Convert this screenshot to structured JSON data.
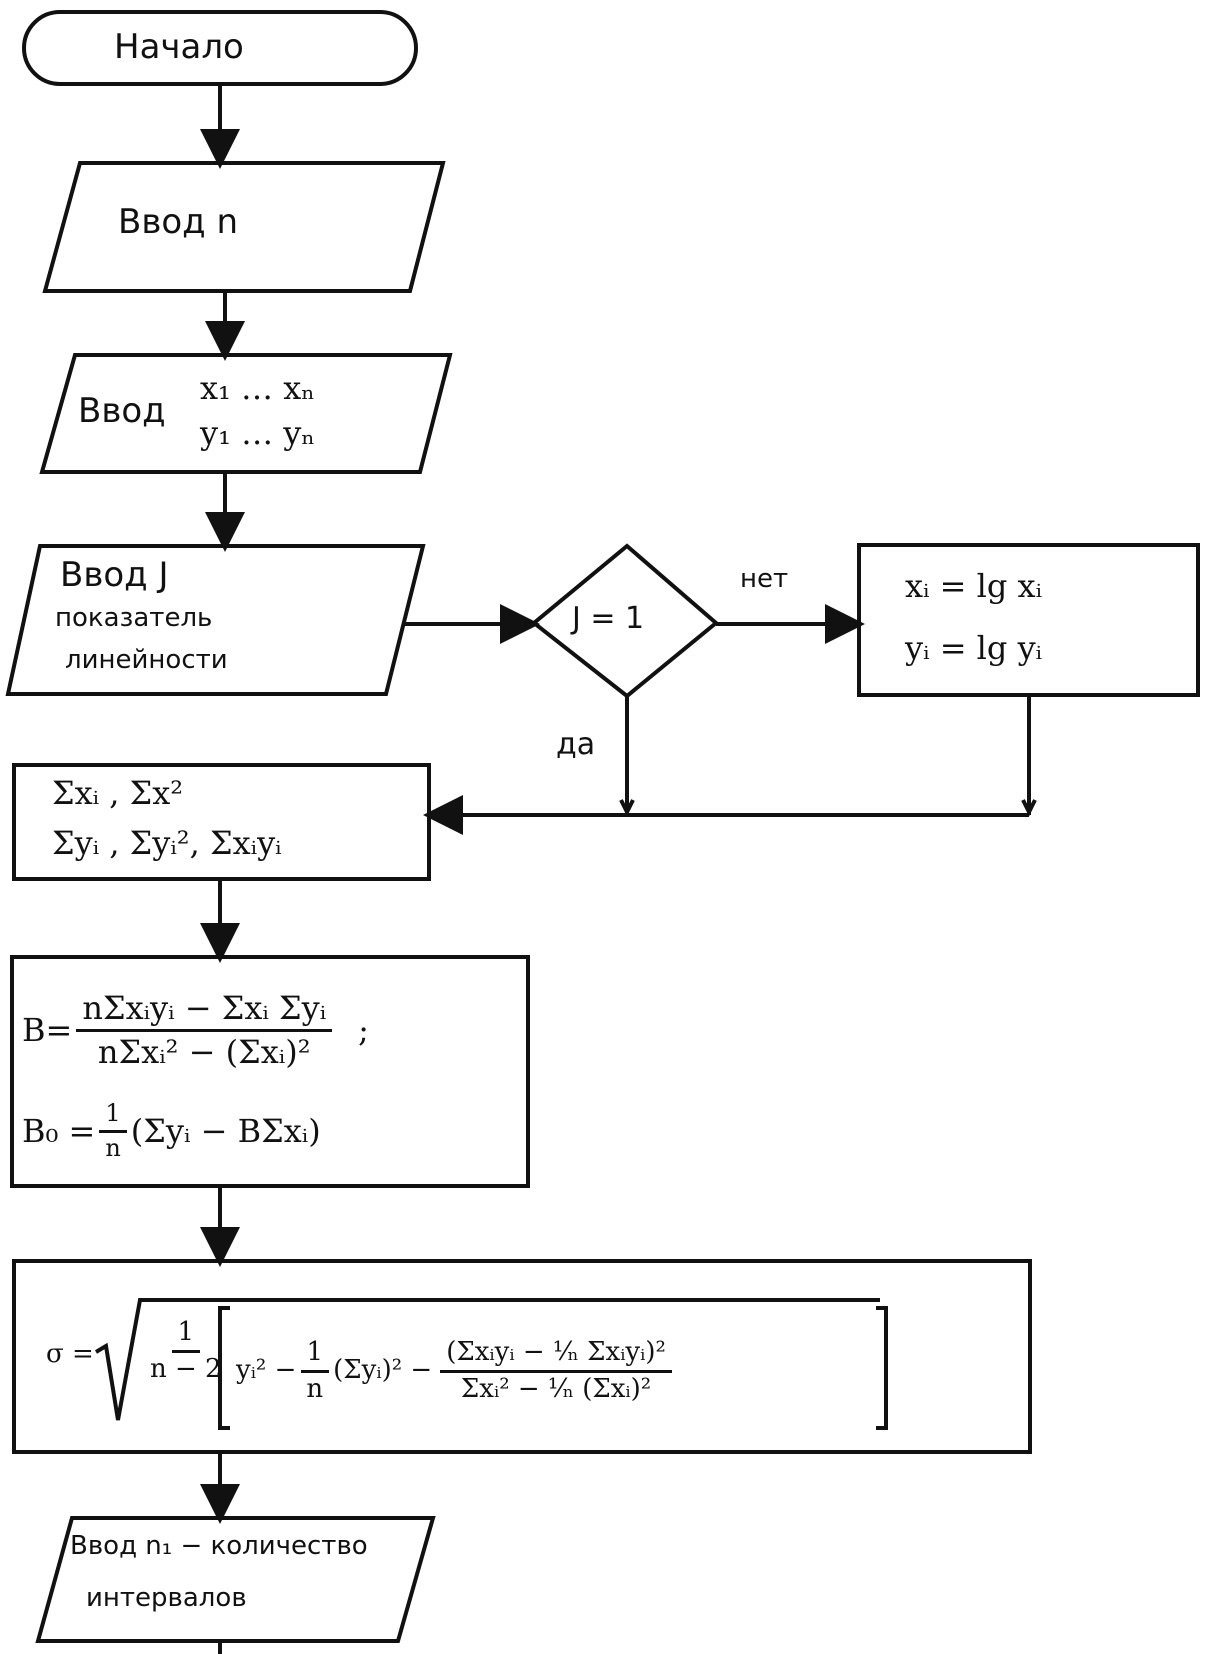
{
  "start": {
    "label": "Начало"
  },
  "input_n": {
    "label": "Ввод n"
  },
  "input_xy": {
    "prefix": "Ввод",
    "x_line": "x₁ … xₙ",
    "y_line": "y₁ … yₙ"
  },
  "input_j": {
    "line1": "Ввод J",
    "line2": "показатель",
    "line3": "линейности"
  },
  "decision": {
    "condition": "J = 1",
    "no_label": "нет",
    "yes_label": "да"
  },
  "log_transform": {
    "line1": "xᵢ = lg xᵢ",
    "line2": "yᵢ = lg yᵢ"
  },
  "sums": {
    "line1": "Σxᵢ ,   Σx²",
    "line2": "Σyᵢ ,   Σyᵢ², Σxᵢyᵢ"
  },
  "regression": {
    "b_lhs": "B=",
    "b_num": "nΣxᵢyᵢ − Σxᵢ Σyᵢ",
    "b_den": "nΣxᵢ² − (Σxᵢ)²",
    "b_sep": ";",
    "b0_lhs": "B₀ =",
    "b0_frac_num": "1",
    "b0_frac_den": "n",
    "b0_rhs": "(Σyᵢ − BΣxᵢ)"
  },
  "sigma": {
    "lhs": "σ =",
    "frac1_num": "1",
    "frac1_den": "n − 2",
    "term1": "yᵢ² −",
    "frac2_num": "1",
    "frac2_den": "n",
    "term2": "(Σyᵢ)² −",
    "big_num": "(Σxᵢyᵢ − ¹⁄ₙ Σxᵢyᵢ)²",
    "big_den": "Σxᵢ² − ¹⁄ₙ (Σxᵢ)²"
  },
  "input_n1": {
    "line1": "Ввод n₁ − количество",
    "line2": "интервалов"
  }
}
